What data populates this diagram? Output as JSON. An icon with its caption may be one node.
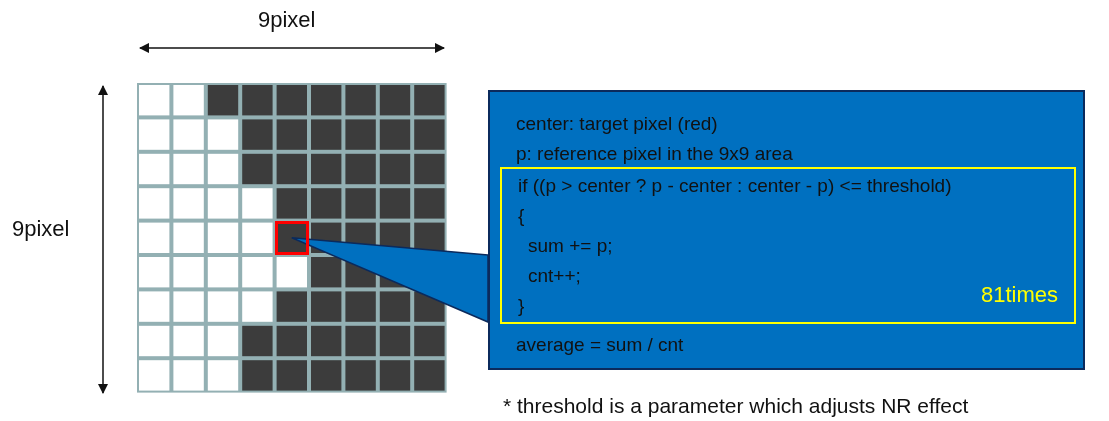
{
  "diagram": {
    "nodes": [
      {
        "text": [
          "center: target pixel (red)",
          "p: reference pixel in the 9x9 area",
          "average = sum / cnt"
        ]
      },
      {
        "text": [
          "if ((p > center ? p - center : center - p) <= threshold)",
          "{",
          "sum += p;",
          "cnt++;",
          "}",
          "81times"
        ],
        "in": 0
      },
      {
        "text": [],
        "shape": "box"
      }
    ],
    "edges": [
      {
        "from": 0,
        "to": 2,
        "arrow": "none"
      }
    ],
    "labels": [
      "9pixel",
      "9pixel",
      "* threshold is a parameter which adjusts NR effect"
    ]
  }
}
